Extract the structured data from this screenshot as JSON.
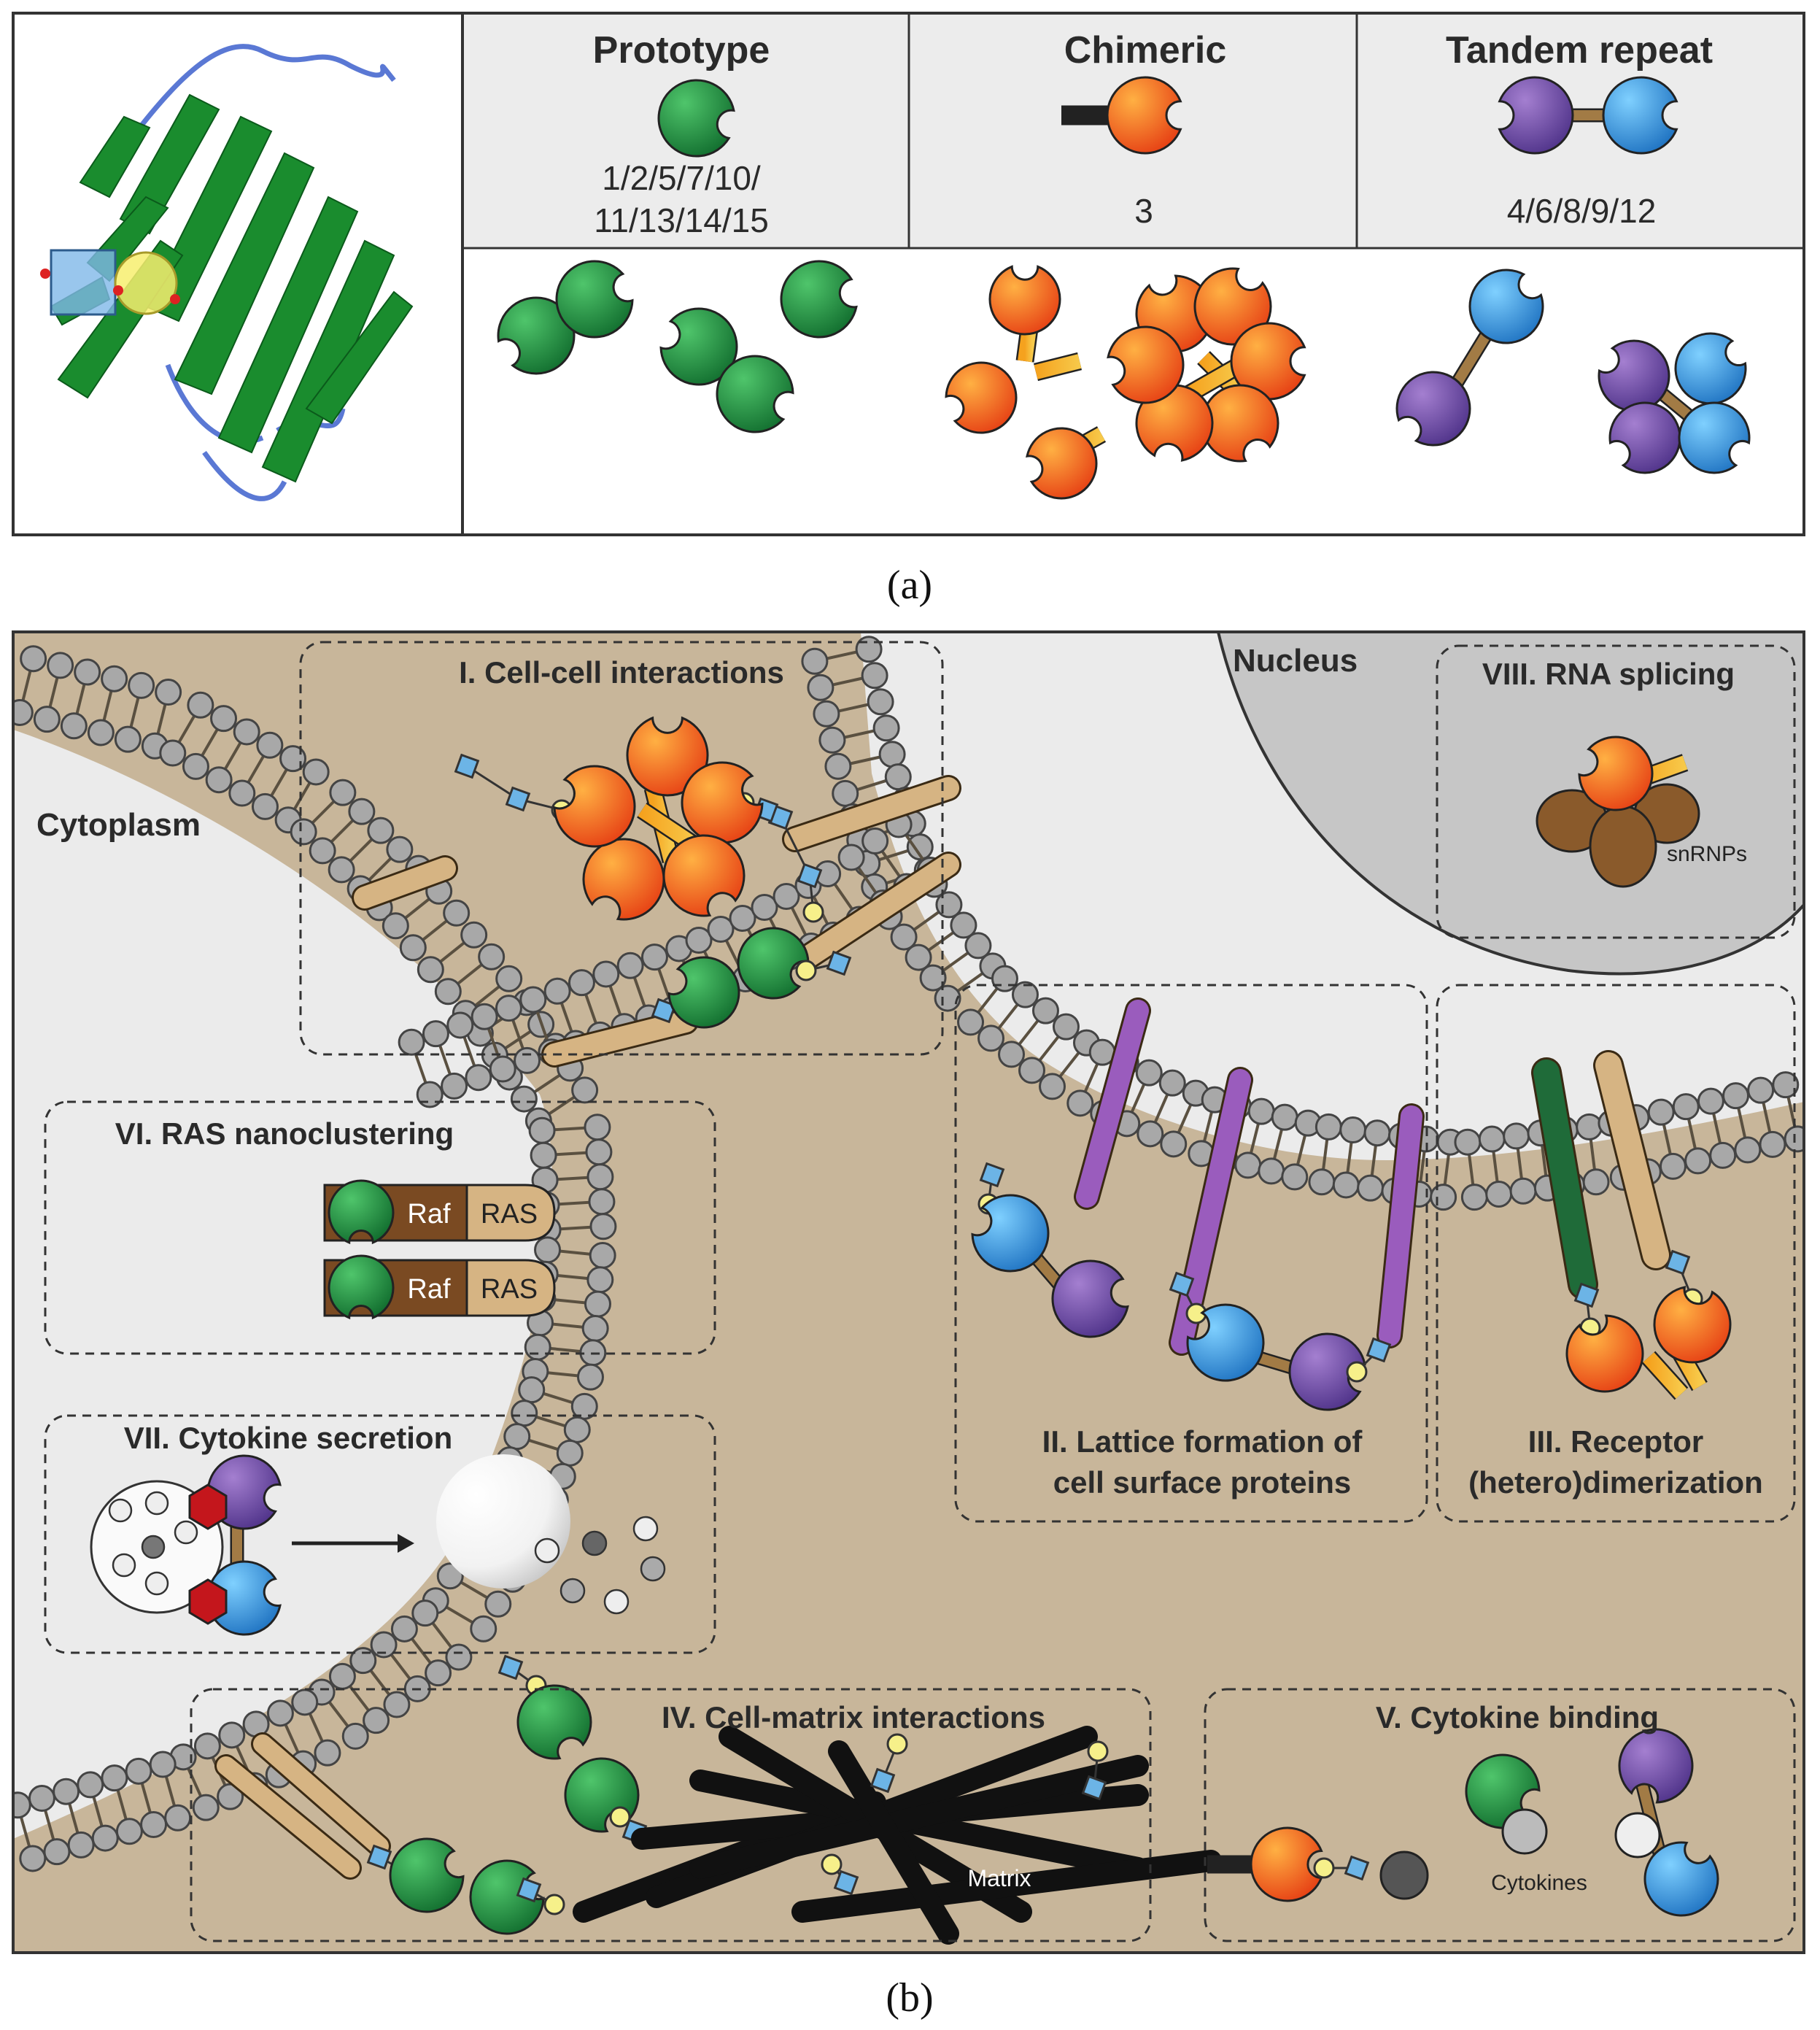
{
  "panel_a": {
    "types": [
      {
        "name": "Prototype",
        "members_line1": "1/2/5/7/10/",
        "members_line2": "11/13/14/15"
      },
      {
        "name": "Chimeric",
        "members_line1": "3",
        "members_line2": ""
      },
      {
        "name": "Tandem repeat",
        "members_line1": "4/6/8/9/12",
        "members_line2": ""
      }
    ],
    "caption": "(a)"
  },
  "panel_b": {
    "regions": {
      "cytoplasm": "Cytoplasm",
      "nucleus": "Nucleus"
    },
    "functions": [
      {
        "id": "I",
        "label": "I.  Cell-cell interactions"
      },
      {
        "id": "II",
        "line1": "II. Lattice formation of",
        "line2": "cell surface proteins"
      },
      {
        "id": "III",
        "line1": "III. Receptor",
        "line2": "(hetero)dimerization"
      },
      {
        "id": "IV",
        "label": "IV. Cell-matrix interactions"
      },
      {
        "id": "V",
        "label": "V. Cytokine binding"
      },
      {
        "id": "VI",
        "label": "VI. RAS nanoclustering"
      },
      {
        "id": "VII",
        "label": "VII. Cytokine secretion"
      },
      {
        "id": "VIII",
        "label": "VIII. RNA splicing"
      }
    ],
    "molecule_labels": {
      "raf": "Raf",
      "ras": "RAS",
      "snrnps": "snRNPs",
      "matrix": "Matrix",
      "cytokines": "Cytokines"
    },
    "caption": "(b)"
  },
  "colors": {
    "prototype_green": "#1f8a3c",
    "chimeric_orange": "#f2641d",
    "tandem_purple": "#7a55a8",
    "tandem_blue": "#3d9fe0",
    "cytoplasm_tan": "#c8b69a",
    "nucleus_gray": "#c6c6c6",
    "lipid_gray": "#a8a8a8",
    "glycan_yellow": "#f6f08a",
    "glycan_blue": "#6cb4e6"
  }
}
